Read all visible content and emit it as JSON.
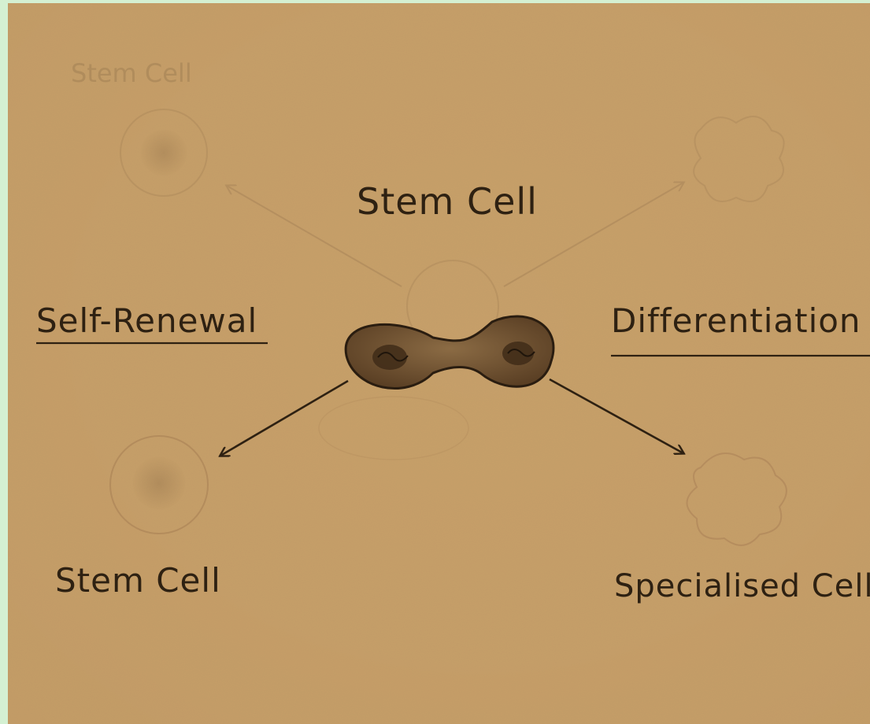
{
  "diagram": {
    "center_label": "Stem Cell",
    "left_process": "Self-Renewal",
    "right_process": "Differentiation",
    "bottom_left_label": "Stem Cell",
    "bottom_right_label": "Specialised Cell",
    "faint_top_left_label": "Stem Cell",
    "colors": {
      "paper": "#c39a62",
      "ink": "#2e2112",
      "cell_fill": "#6e5232",
      "border": "#d4f0d2"
    }
  }
}
